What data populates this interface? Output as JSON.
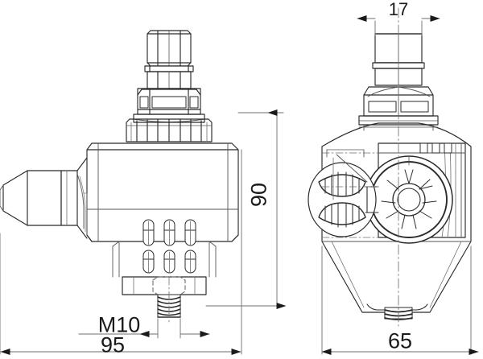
{
  "drawing": {
    "title": "Insulation piercing connector - two orthographic views",
    "background_color": "#ffffff",
    "line_color": "#2b2b2b",
    "thin_line_color": "#6e6e6e",
    "dim_text_color": "#1a1a1a",
    "views": [
      {
        "name": "side-view",
        "label": ""
      },
      {
        "name": "front-view",
        "label": ""
      }
    ]
  },
  "dimensions": {
    "height_90": {
      "value": "90",
      "orientation": "vertical",
      "units": "mm"
    },
    "width_17": {
      "value": "17",
      "orientation": "horizontal",
      "units": "mm"
    },
    "width_65": {
      "value": "65",
      "orientation": "horizontal",
      "units": "mm"
    },
    "width_95": {
      "value": "95",
      "orientation": "horizontal",
      "units": "mm"
    },
    "thread_m10": {
      "value": "M10",
      "orientation": "horizontal",
      "units": ""
    }
  }
}
